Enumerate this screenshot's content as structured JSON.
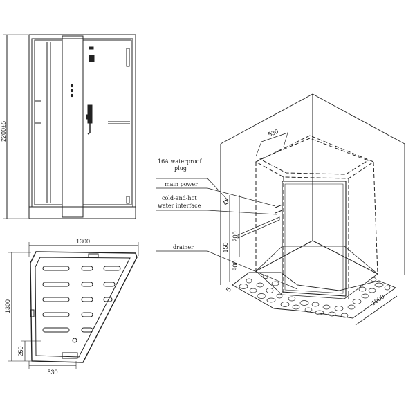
{
  "front_view": {
    "height_dim": "2200±5"
  },
  "plan_view": {
    "width_dim": "1300",
    "depth_dim": "1300",
    "seat_dim": "250",
    "bottom_dim": "530"
  },
  "iso_view": {
    "top_dim": "530",
    "dim_200": "200",
    "dim_150": "150",
    "dim_900": "900",
    "dim_5": "5",
    "base_dim": "1000"
  },
  "callouts": {
    "plug_line1": "16A waterproof",
    "plug_line2": "plug",
    "main_power": "main power",
    "interface_line1": "cold-and-hot",
    "interface_line2": "water interface",
    "drainer": "drainer"
  }
}
